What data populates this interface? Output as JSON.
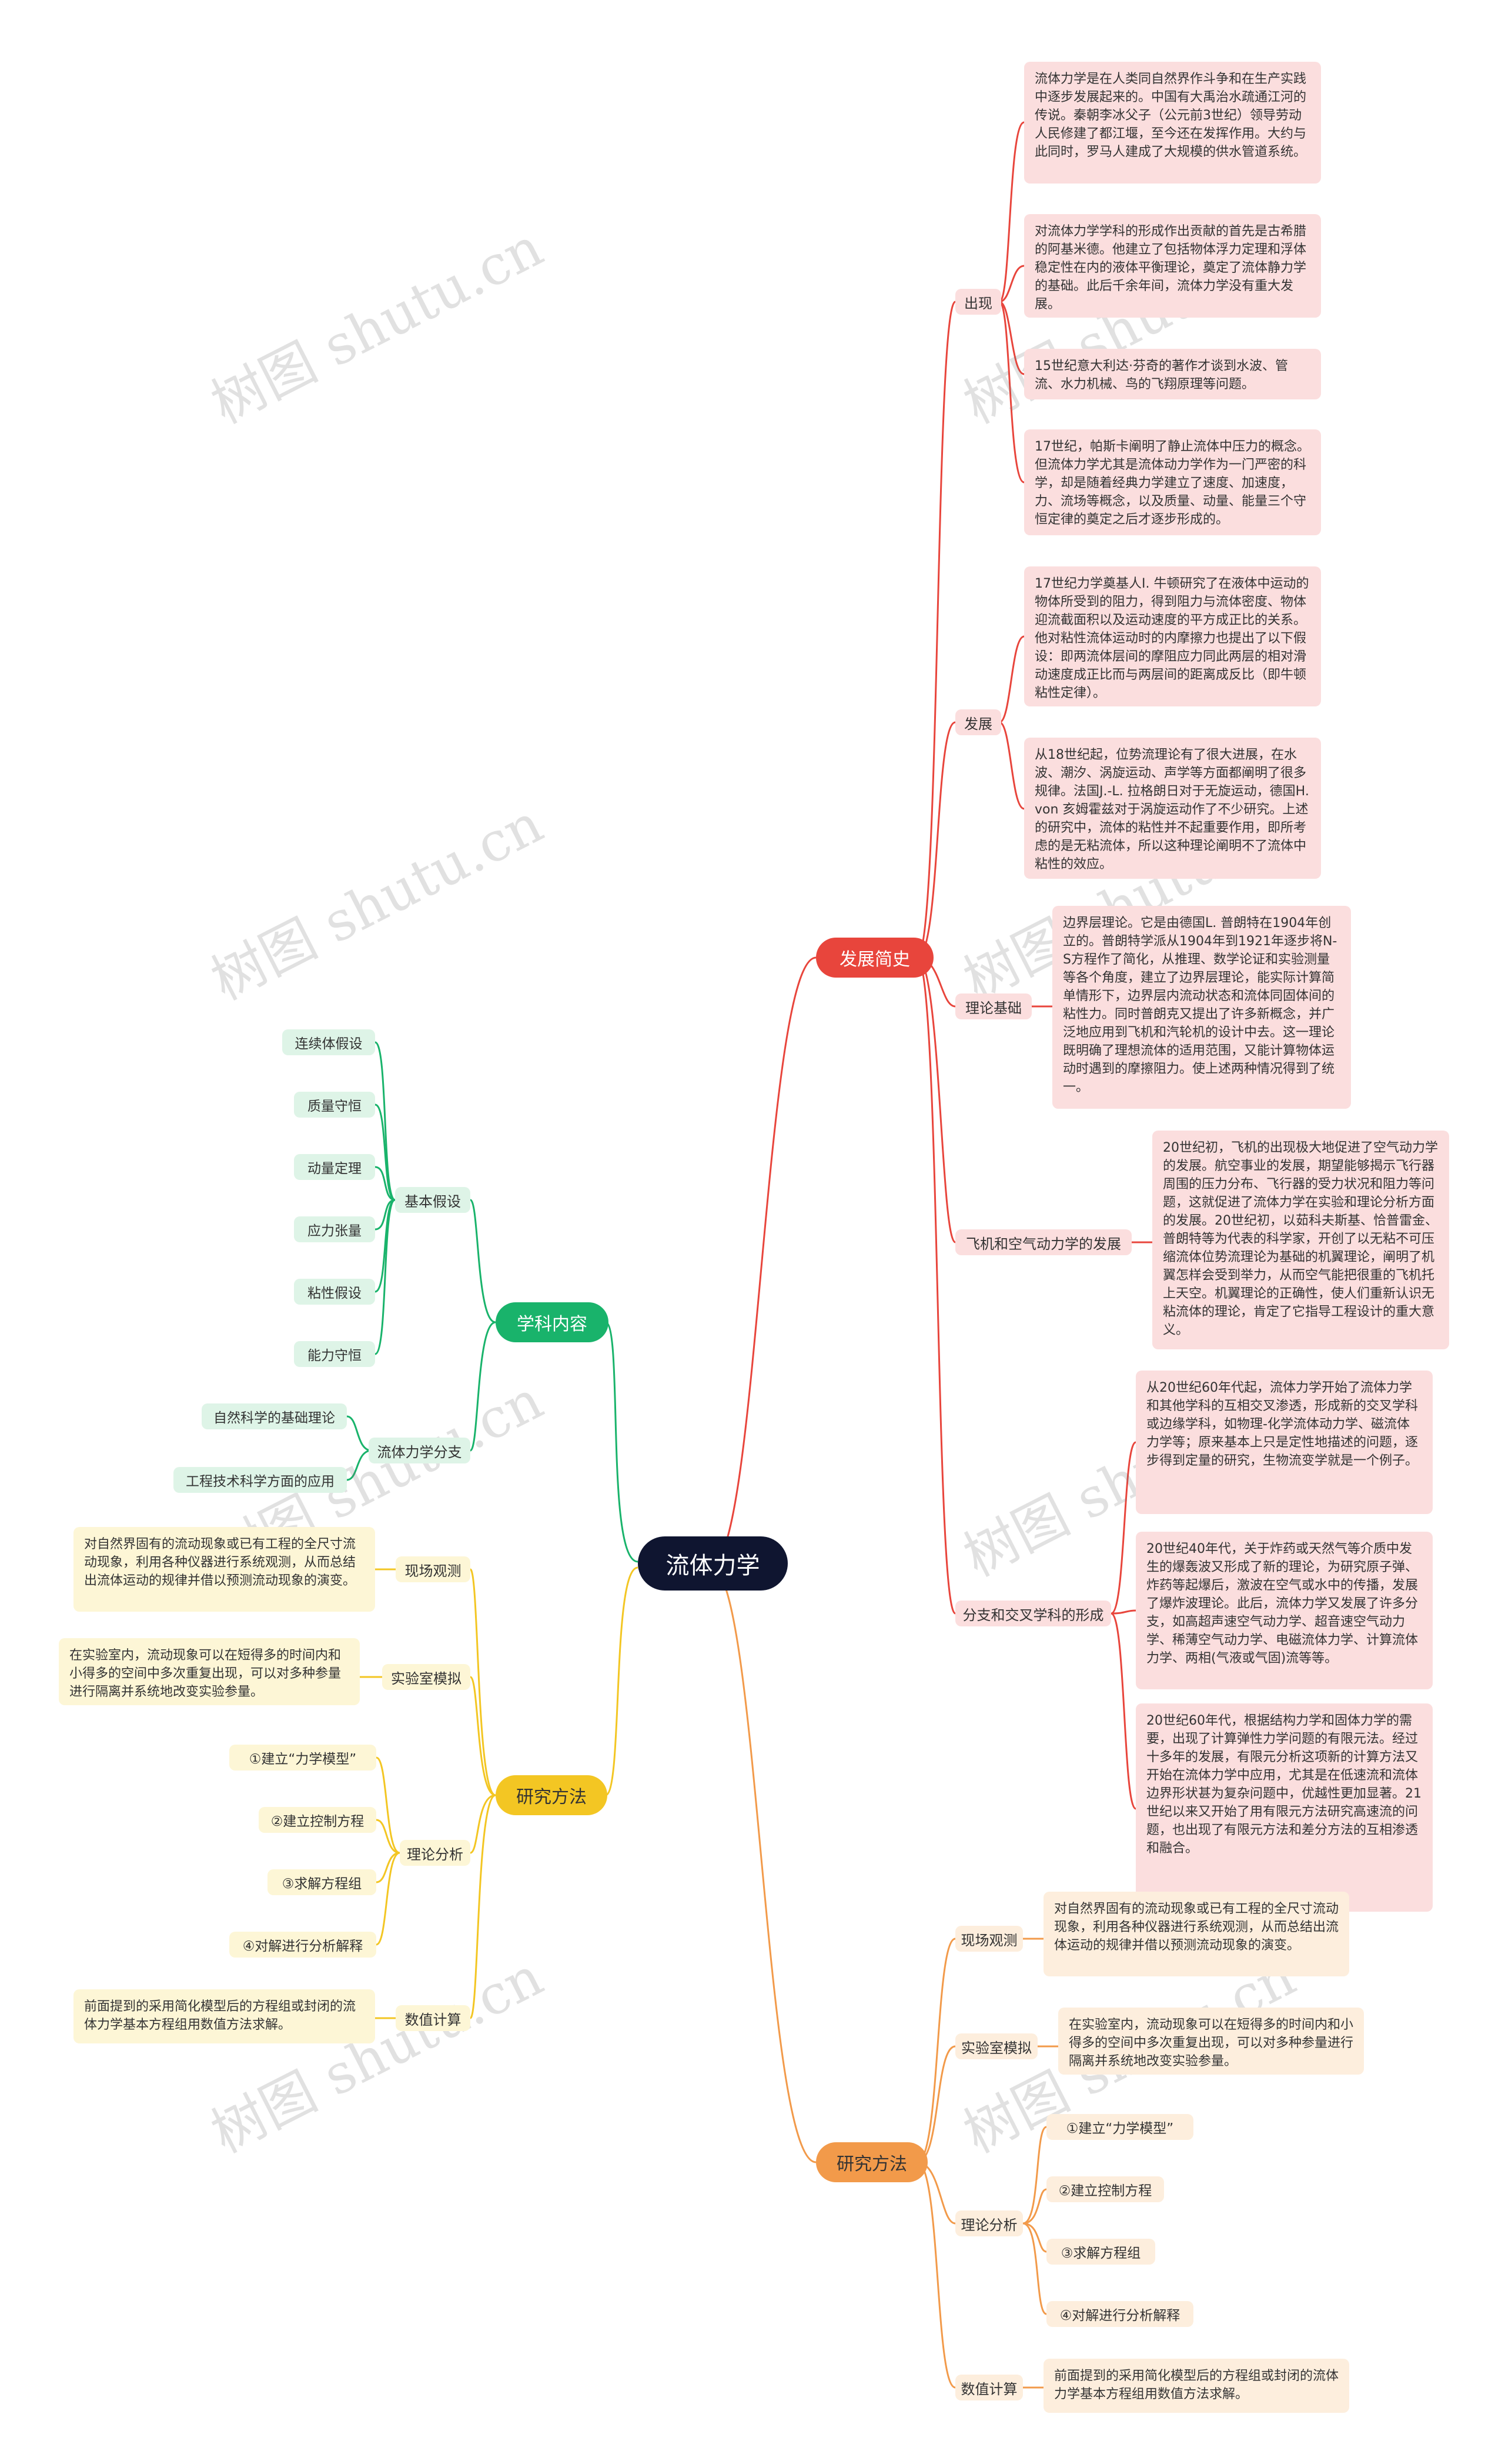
{
  "root": {
    "label": "流体力学"
  },
  "watermark": "树图 shutu.cn",
  "colors": {
    "red": "#e8453c",
    "green": "#19b36b",
    "yellow": "#f3c623",
    "orange": "#f29a4a",
    "center": "#0f1530"
  },
  "history": {
    "label": "发展简史",
    "origin": {
      "label": "出现",
      "items": [
        "流体力学是在人类同自然界作斗争和在生产实践中逐步发展起来的。中国有大禹治水疏通江河的传说。秦朝李冰父子（公元前3世纪）领导劳动人民修建了都江堰，至今还在发挥作用。大约与此同时，罗马人建成了大规模的供水管道系统。",
        "对流体力学学科的形成作出贡献的首先是古希腊的阿基米德。他建立了包括物体浮力定理和浮体稳定性在内的液体平衡理论，奠定了流体静力学的基础。此后千余年间，流体力学没有重大发展。",
        "15世纪意大利达·芬奇的著作才谈到水波、管流、水力机械、鸟的飞翔原理等问题。",
        "17世纪，帕斯卡阐明了静止流体中压力的概念。但流体力学尤其是流体动力学作为一门严密的科学，却是随着经典力学建立了速度、加速度，力、流场等概念，以及质量、动量、能量三个守恒定律的奠定之后才逐步形成的。"
      ]
    },
    "development": {
      "label": "发展",
      "items": [
        "17世纪力学奠基人I. 牛顿研究了在液体中运动的物体所受到的阻力，得到阻力与流体密度、物体迎流截面积以及运动速度的平方成正比的关系。他对粘性流体运动时的内摩擦力也提出了以下假设：即两流体层间的摩阻应力同此两层的相对滑动速度成正比而与两层间的距离成反比（即牛顿粘性定律）。",
        "从18世纪起，位势流理论有了很大进展，在水波、潮汐、涡旋运动、声学等方面都阐明了很多规律。法国J.-L. 拉格朗日对于无旋运动，德国H. von 亥姆霍兹对于涡旋运动作了不少研究。上述的研究中，流体的粘性并不起重要作用，即所考虑的是无粘流体，所以这种理论阐明不了流体中粘性的效应。"
      ]
    },
    "theory": {
      "label": "理论基础",
      "items": [
        "边界层理论。它是由德国L. 普朗特在1904年创立的。普朗特学派从1904年到1921年逐步将N-S方程作了简化，从推理、数学论证和实验测量等各个角度，建立了边界层理论，能实际计算简单情形下，边界层内流动状态和流体同固体间的粘性力。同时普朗克又提出了许多新概念，并广泛地应用到飞机和汽轮机的设计中去。这一理论既明确了理想流体的适用范围，又能计算物体运动时遇到的摩擦阻力。使上述两种情况得到了统一。"
      ]
    },
    "aero": {
      "label": "飞机和空气动力学的发展",
      "items": [
        "20世纪初，飞机的出现极大地促进了空气动力学的发展。航空事业的发展，期望能够揭示飞行器周围的压力分布、飞行器的受力状况和阻力等问题，这就促进了流体力学在实验和理论分析方面的发展。20世纪初，以茹科夫斯基、恰普雷金、普朗特等为代表的科学家，开创了以无粘不可压缩流体位势流理论为基础的机翼理论，阐明了机翼怎样会受到举力，从而空气能把很重的飞机托上天空。机翼理论的正确性，使人们重新认识无粘流体的理论，肯定了它指导工程设计的重大意义。"
      ]
    },
    "branches": {
      "label": "分支和交叉学科的形成",
      "items": [
        "从20世纪60年代起，流体力学开始了流体力学和其他学科的互相交叉渗透，形成新的交叉学科或边缘学科，如物理-化学流体动力学、磁流体力学等；原来基本上只是定性地描述的问题，逐步得到定量的研究，生物流变学就是一个例子。",
        "20世纪40年代，关于炸药或天然气等介质中发生的爆轰波又形成了新的理论，为研究原子弹、炸药等起爆后，激波在空气或水中的传播，发展了爆炸波理论。此后，流体力学又发展了许多分支，如高超声速空气动力学、超音速空气动力学、稀薄空气动力学、电磁流体力学、计算流体力学、两相(气液或气固)流等等。",
        "20世纪60年代，根据结构力学和固体力学的需要，出现了计算弹性力学问题的有限元法。经过十多年的发展，有限元分析这项新的计算方法又开始在流体力学中应用，尤其是在低速流和流体边界形状甚为复杂问题中，优越性更加显著。21世纪以来又开始了用有限元方法研究高速流的问题，也出现了有限元方法和差分方法的互相渗透和融合。"
      ]
    }
  },
  "content": {
    "label": "学科内容",
    "assumptions": {
      "label": "基本假设",
      "items": [
        "连续体假设",
        "质量守恒",
        "动量定理",
        "应力张量",
        "粘性假设",
        "能力守恒"
      ]
    },
    "branches": {
      "label": "流体力学分支",
      "items": [
        "自然科学的基础理论",
        "工程技术科学方面的应用"
      ]
    }
  },
  "methods_left": {
    "label": "研究方法",
    "field": {
      "label": "现场观测",
      "text": "对自然界固有的流动现象或已有工程的全尺寸流动现象，利用各种仪器进行系统观测，从而总结出流体运动的规律并借以预测流动现象的演变。"
    },
    "lab": {
      "label": "实验室模拟",
      "text": "在实验室内，流动现象可以在短得多的时间内和小得多的空间中多次重复出现，可以对多种参量进行隔离并系统地改变实验参量。"
    },
    "theory": {
      "label": "理论分析",
      "items": [
        "①建立“力学模型”",
        "②建立控制方程",
        "③求解方程组",
        "④对解进行分析解释"
      ]
    },
    "numeric": {
      "label": "数值计算",
      "text": "前面提到的采用简化模型后的方程组或封闭的流体力学基本方程组用数值方法求解。"
    }
  },
  "methods_right": {
    "label": "研究方法",
    "field": {
      "label": "现场观测",
      "text": "对自然界固有的流动现象或已有工程的全尺寸流动现象，利用各种仪器进行系统观测，从而总结出流体运动的规律并借以预测流动现象的演变。"
    },
    "lab": {
      "label": "实验室模拟",
      "text": "在实验室内，流动现象可以在短得多的时间内和小得多的空间中多次重复出现，可以对多种参量进行隔离并系统地改变实验参量。"
    },
    "theory": {
      "label": "理论分析",
      "items": [
        "①建立“力学模型”",
        "②建立控制方程",
        "③求解方程组",
        "④对解进行分析解释"
      ]
    },
    "numeric": {
      "label": "数值计算",
      "text": "前面提到的采用简化模型后的方程组或封闭的流体力学基本方程组用数值方法求解。"
    }
  }
}
